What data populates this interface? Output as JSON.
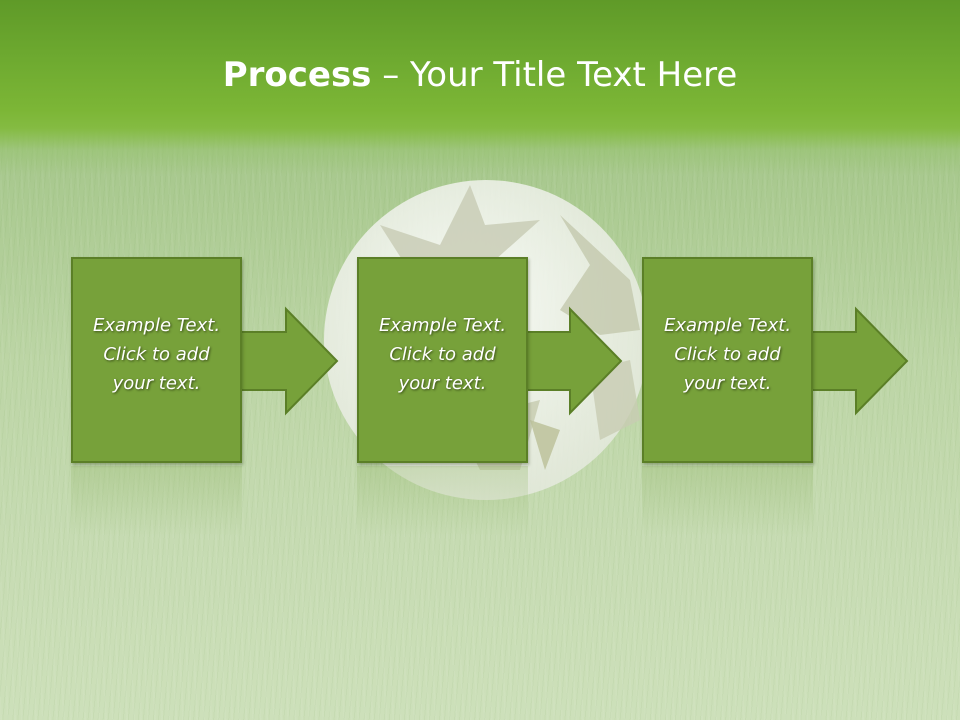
{
  "title": {
    "bold": "Process",
    "rest": " – Your Title Text Here"
  },
  "steps": [
    {
      "lines": [
        "Example Text.",
        "Click  to add",
        "your text."
      ]
    },
    {
      "lines": [
        "Example Text.",
        "Click  to add",
        "your text."
      ]
    },
    {
      "lines": [
        "Example Text.",
        "Click  to add",
        "your text."
      ]
    }
  ],
  "colors": {
    "box": "#77a13a",
    "arrow": "#77a13a",
    "border": "#5b7f27",
    "title_band": "#6eaa30"
  },
  "icons": [
    "right-arrow-icon",
    "soccer-ball-image"
  ]
}
